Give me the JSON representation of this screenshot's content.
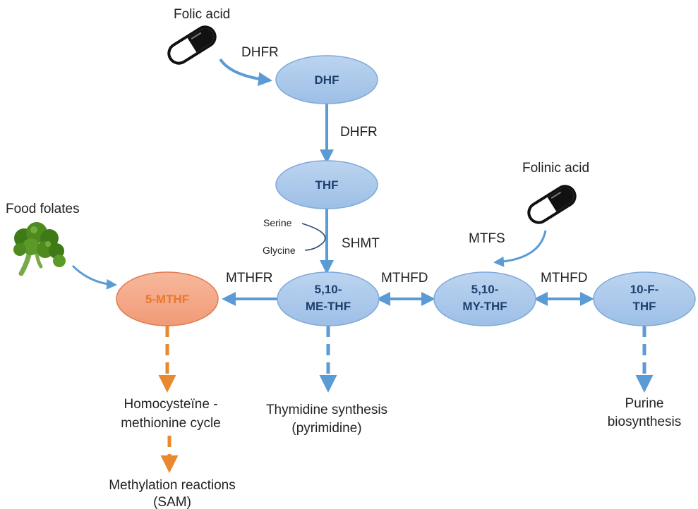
{
  "colors": {
    "node_fill": "#a9c7ea",
    "node_stroke": "#6f9fd3",
    "node_text": "#1f3f6e",
    "orange_fill": "#f4a98a",
    "orange_stroke": "#e07a50",
    "orange_text": "#e8782f",
    "blue_arrow": "#5b9bd5",
    "orange_arrow": "#e8882f",
    "broccoli": "#4f8a1e"
  },
  "nodes": {
    "dhf": "DHF",
    "thf": "THF",
    "mthf": "5-MTHF",
    "me_thf": [
      "5,10-",
      "ME-THF"
    ],
    "my_thf": [
      "5,10-",
      "MY-THF"
    ],
    "f_thf": [
      "10-F-",
      "THF"
    ]
  },
  "sources": {
    "folic_acid": "Folic acid",
    "folinic_acid": "Folinic acid",
    "food_folates": "Food folates"
  },
  "enzymes": {
    "dhfr_1": "DHFR",
    "dhfr_2": "DHFR",
    "shmt": "SHMT",
    "mthfr": "MTHFR",
    "mthfd_1": "MTHFD",
    "mthfd_2": "MTHFD",
    "mtfs": "MTFS"
  },
  "cofactors": {
    "serine": "Serine",
    "glycine": "Glycine"
  },
  "outputs": {
    "homocysteine": [
      "Homocysteïne -",
      "methionine cycle"
    ],
    "methylation": [
      "Methylation reactions",
      "(SAM)"
    ],
    "thymidine": [
      "Thymidine synthesis",
      "(pyrimidine)"
    ],
    "purine": [
      "Purine",
      "biosynthesis"
    ]
  },
  "icons": {
    "pill": "capsule-icon",
    "broccoli": "broccoli-icon"
  }
}
